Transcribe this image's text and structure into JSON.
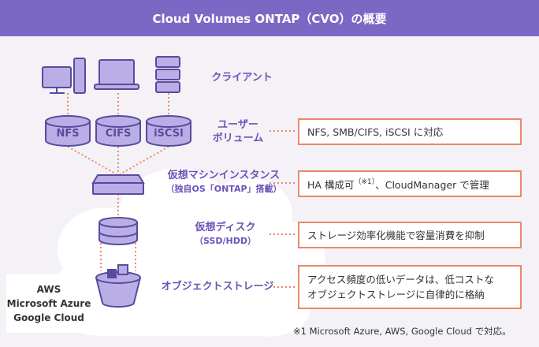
{
  "title": "Cloud Volumes ONTAP（CVO）の概要",
  "protocols": [
    "NFS",
    "CIFS",
    "iSCSI"
  ],
  "labels": {
    "client": "クライアント",
    "user_volume_1": "ユーザー",
    "user_volume_2": "ボリューム",
    "vm_instance": "仮想マシンインスタンス",
    "vm_instance_sub": "（独自OS「ONTAP」搭載）",
    "virtual_disk": "仮想ディスク",
    "virtual_disk_sub": "（SSD/HDD）",
    "object_storage": "オブジェクトストレージ"
  },
  "boxes": {
    "protocols": "NFS, SMB/CIFS, iSCSI に対応",
    "ha_pre": "HA 構成可",
    "ha_note": "（※1）",
    "ha_post": "、CloudManager で管理",
    "storage": "ストレージ効率化機能で容量消費を抑制",
    "object_1": "アクセス頻度の低いデータは、低コストな",
    "object_2": "オブジェクトストレージに自律的に格納"
  },
  "platforms": [
    "AWS",
    "Microsoft Azure",
    "Google Cloud"
  ],
  "footnote": "※1 Microsoft Azure, AWS, Google Cloud で対応。",
  "colors": {
    "header": "#7b68c4",
    "accent_purple": "#6b52b8",
    "icon_fill": "#b9aee6",
    "icon_stroke": "#5a4a9e",
    "dashed_orange": "#e8896a",
    "cloud": "#ffffff",
    "background": "#f4f2f7"
  }
}
